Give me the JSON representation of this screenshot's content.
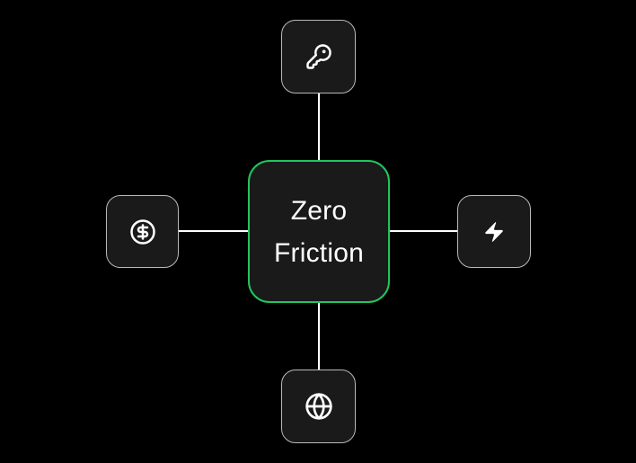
{
  "diagram": {
    "type": "node-graph",
    "center_node": {
      "label_line1": "Zero",
      "label_line2": "Friction",
      "label_full": "Zero Friction"
    },
    "satellite_nodes": [
      {
        "position": "top",
        "icon": "key-icon"
      },
      {
        "position": "left",
        "icon": "circle-dollar-icon"
      },
      {
        "position": "right",
        "icon": "lightning-icon"
      },
      {
        "position": "bottom",
        "icon": "globe-icon"
      }
    ],
    "edges": [
      {
        "from": "top-node",
        "to": "center-node"
      },
      {
        "from": "left-node",
        "to": "center-node"
      },
      {
        "from": "right-node",
        "to": "center-node"
      },
      {
        "from": "bottom-node",
        "to": "center-node"
      }
    ],
    "colors": {
      "background": "#000000",
      "node_fill": "#1a1a1a",
      "satellite_border": "#b9b9b9",
      "center_border": "#22c55e",
      "edge": "#ffffff",
      "icon": "#ffffff",
      "text": "#ffffff"
    }
  }
}
